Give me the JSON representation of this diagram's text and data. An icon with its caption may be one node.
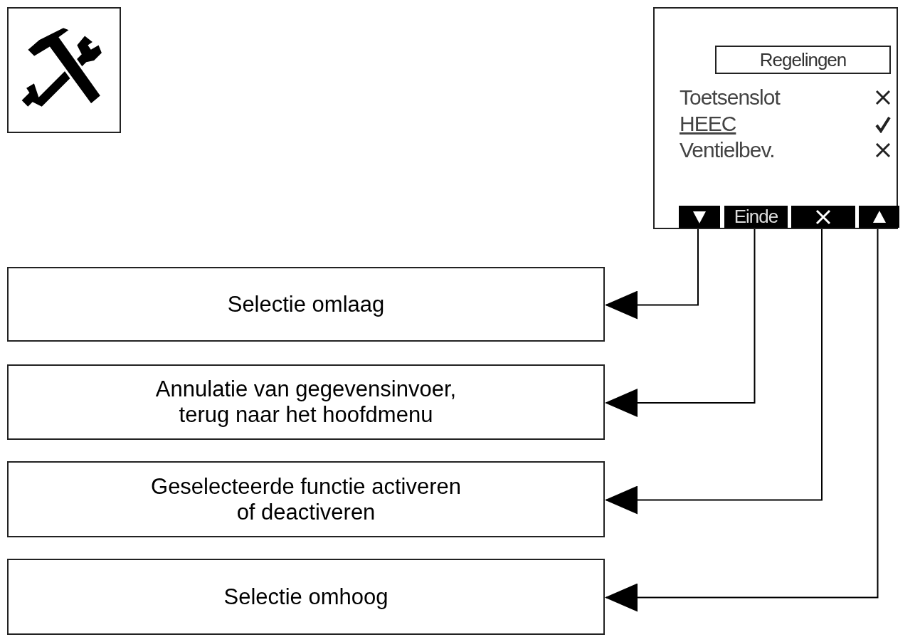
{
  "diagram": {
    "nodes": [
      {
        "text": [],
        "shape": "box"
      },
      {
        "text": [],
        "shape": "box"
      },
      {
        "text": [
          "Regelingen"
        ],
        "in": 1
      },
      {
        "text": [],
        "shape": "box",
        "in": 1
      },
      {
        "text": [
          "Einde"
        ],
        "in": 1
      },
      {
        "text": [],
        "shape": "box",
        "in": 1
      },
      {
        "text": [],
        "shape": "box",
        "in": 1
      },
      {
        "text": [
          "Selectie omlaag"
        ]
      },
      {
        "text": [
          "Annulatie van gegevensinvoer, terug naar het hoofdmenu"
        ]
      },
      {
        "text": [
          "Geselecteerde functie activeren of deactiveren"
        ]
      },
      {
        "text": [
          "Selectie omhoog"
        ]
      }
    ],
    "edges": [
      {
        "from": 3,
        "to": 7,
        "arrow": "to"
      },
      {
        "from": 4,
        "to": 8,
        "arrow": "to"
      },
      {
        "from": 5,
        "to": 9,
        "arrow": "to"
      },
      {
        "from": 6,
        "to": 10,
        "arrow": "to"
      }
    ],
    "labels": [
      "Toetsenslot",
      "HEEC",
      "Ventielbev."
    ]
  }
}
